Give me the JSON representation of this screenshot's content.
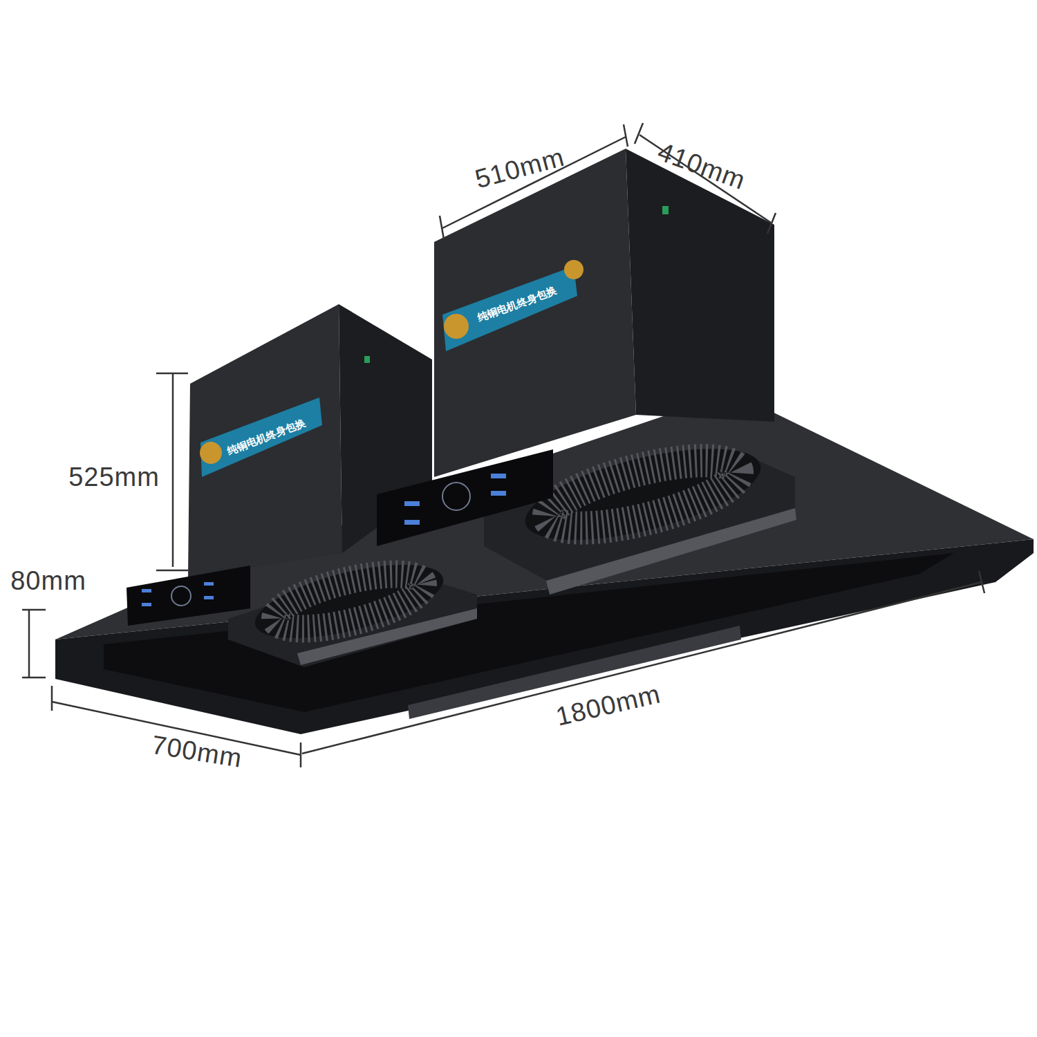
{
  "diagram": {
    "labels": [
      "510mm",
      "410mm",
      "525mm",
      "80mm",
      "1800mm",
      "700mm",
      "纯铜电机终身包换",
      "纯铜电机终身包换"
    ]
  }
}
